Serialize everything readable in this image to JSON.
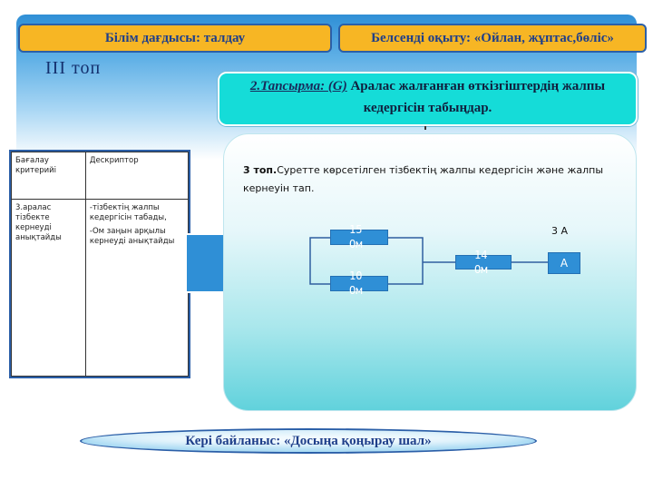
{
  "header": {
    "skill_callout": "Білім дағдысы: талдау",
    "active_learning_callout": "Белсенді оқыту: «Ойлан, жұптас,бөліс»",
    "group_title": "III  топ"
  },
  "task": {
    "label": "2.Тапсырма: (G)",
    "text": "Аралас жалғанған өткізгіштердің жалпы кедергісін табыңдар."
  },
  "criteria_table": {
    "headers": [
      "Бағалау критерийі",
      "Дескриптор"
    ],
    "criterion": "3.аралас тізбекте кернеуді анықтайды",
    "descriptors": [
      "-тізбектің жалпы кедергісін табады,",
      "-Ом заңын арқылы кернеуді анықтайды"
    ]
  },
  "content": {
    "prompt_bold": "3 топ.",
    "prompt_text": "Суретте көрсетілген тізбектің жалпы кедергісін және жалпы кернеуін тап."
  },
  "circuit": {
    "r1": {
      "value": "15",
      "unit": "Ом"
    },
    "r2": {
      "value": "10",
      "unit": "Ом"
    },
    "r3": {
      "value": "14",
      "unit": "Ом"
    },
    "ammeter_symbol": "А",
    "current": "3 А"
  },
  "feedback": {
    "text": "Кері байланыс: «Досыңа қоңырау шал»"
  },
  "colors": {
    "callout_fill": "#f7b624",
    "task_fill": "#15dcd8",
    "arrow_fill": "#2f8fd6",
    "component_fill": "#2f8fd6",
    "text_dark_blue": "#1f3f8a"
  }
}
